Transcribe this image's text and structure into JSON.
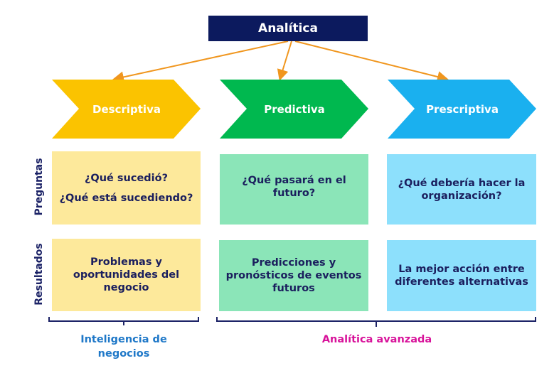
{
  "title": "Analítica",
  "stages": [
    {
      "label": "Descriptiva",
      "color": "#fbc300",
      "question_lines": [
        "¿Qué sucedió?",
        "¿Qué está sucediendo?"
      ],
      "result": "Problemas y oportunidades del negocio"
    },
    {
      "label": "Predictiva",
      "color": "#00b84f",
      "question": "¿Qué  pasará en el futuro?",
      "result": "Predicciones y pronósticos de eventos futuros"
    },
    {
      "label": "Prescriptiva",
      "color": "#1ab0ef",
      "question": "¿Qué  debería hacer la organización?",
      "result": "La mejor acción entre diferentes alternativas"
    }
  ],
  "row_labels": {
    "questions": "Preguntas",
    "results": "Resultados"
  },
  "groups": {
    "business_intelligence": "Inteligencia de negocios",
    "advanced_analytics": "Analítica avanzada"
  },
  "colors": {
    "navy": "#0c1a5e",
    "arrow": "#f0961e",
    "bi": "#1f78c8",
    "advanced": "#d8129a"
  }
}
